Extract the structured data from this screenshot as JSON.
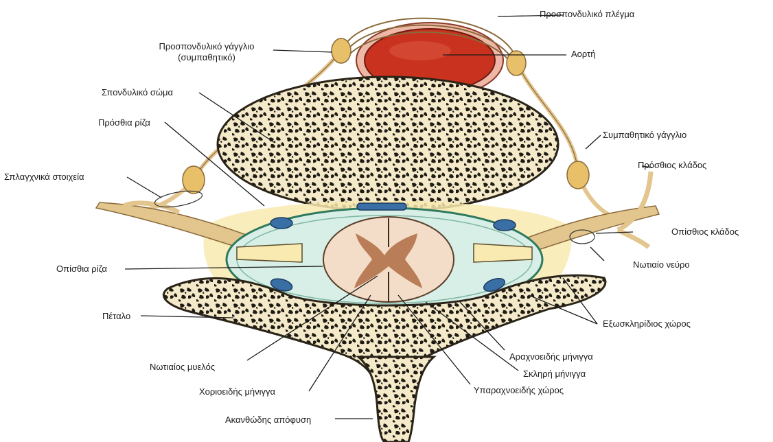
{
  "labels": {
    "prevertebral_plexus": "Προσπονδυλικό πλέγμα",
    "prevertebral_ganglion_1": "Προσπονδυλικό γάγγλιο",
    "prevertebral_ganglion_2": "(συμπαθητικό)",
    "aorta": "Αορτή",
    "vertebral_body": "Σπονδυλικό σώμα",
    "anterior_root": "Πρόσθια ρίζα",
    "sympathetic_ganglion": "Συμπαθητικό γάγγλιο",
    "anterior_ramus": "Πρόσθιος κλάδος",
    "splanchnic_elements": "Σπλαγχνικά στοιχεία",
    "posterior_ramus": "Οπίσθιος κλάδος",
    "posterior_root": "Οπίσθια ρίζα",
    "spinal_nerve": "Νωτιαίο νεύρο",
    "lamina": "Πέταλο",
    "epidural_space": "Εξωσκληρίδιος χώρος",
    "arachnoid": "Αραχνοειδής μήνιγγα",
    "spinal_cord": "Νωτιαίος μυελός",
    "dura": "Σκληρή μήνιγγα",
    "pia": "Χοριοειδής μήνιγγα",
    "subarachnoid_space": "Υπαραχνοειδής χώρος",
    "spinous_process": "Ακανθώδης απόφυση"
  },
  "colors": {
    "bone_fill": "#f4e9c9",
    "bone_pores": "#1e1a14",
    "nerve": "#e3c58e",
    "nerve_edge": "#8a6a3a",
    "aorta": "#c8321e",
    "fat": "#f8eab0",
    "csf": "#d7efe6",
    "dura": "#2f7a5e",
    "vessel": "#3a6fa6",
    "cord": "#f3ddc8",
    "grey_matter": "#b97d57"
  }
}
